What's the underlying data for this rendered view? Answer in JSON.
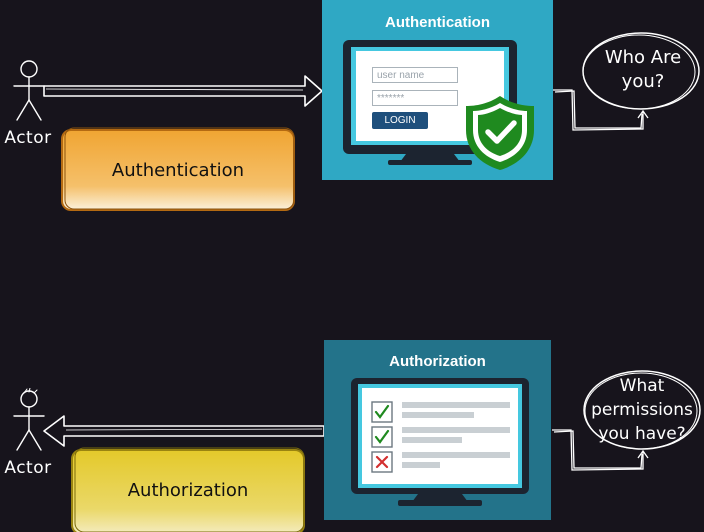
{
  "authentication": {
    "actor_label": "Actor",
    "box_label": "Authentication",
    "panel_title": "Authentication",
    "username_placeholder": "user name",
    "password_placeholder": "*******",
    "login_label": "LOGIN",
    "bubble_line1": "Who Are",
    "bubble_line2": "you?"
  },
  "authorization": {
    "actor_label": "Actor",
    "box_label": "Authorization",
    "panel_title": "Authorization",
    "bubble_line1": "What",
    "bubble_line2": "permissions",
    "bubble_line3": "you have?",
    "checklist": [
      "check-icon",
      "check-icon",
      "cross-icon"
    ]
  },
  "colors": {
    "background": "#17141c",
    "auth_panel": "#2fa8c4",
    "authz_panel": "#23738a",
    "orange_box": "#f2a83a",
    "yellow_box": "#e6cf2c",
    "shield_green": "#1f8a1f"
  }
}
